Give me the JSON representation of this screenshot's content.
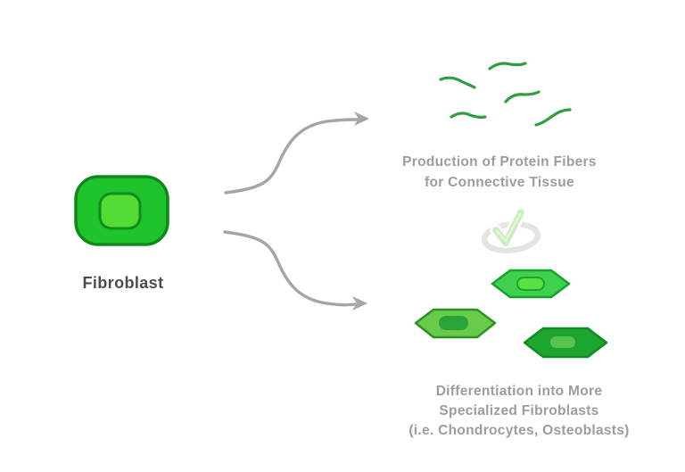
{
  "diagram": {
    "source": {
      "label": "Fibroblast"
    },
    "branches": [
      {
        "name": "protein-fibers",
        "label_lines": [
          "Production of Protein Fibers",
          "for Connective Tissue"
        ]
      },
      {
        "name": "specialized-fibroblasts",
        "label_lines": [
          "Differentiation into More",
          "Specialized Fibroblasts",
          "(i.e. Chondrocytes, Osteoblasts)"
        ]
      }
    ],
    "icons": [
      "fibroblast-cell-icon",
      "curved-arrow-up-icon",
      "curved-arrow-down-icon",
      "protein-fibers-icon",
      "checkmark-watermark-icon",
      "hexagon-cells-icon"
    ]
  },
  "colors": {
    "cell_body_green": "#1fc32b",
    "cell_border_green": "#0e8a1a",
    "nucleus_light_green": "#55db36",
    "fiber_green": "#2f9e3e",
    "hex_bright_green": "#3fd050",
    "hex_yellow_green": "#69cb4a",
    "hex_dark_green": "#1da52f",
    "arrow_gray": "#a5a5a5",
    "caption_gray": "#9d9d9d",
    "label_dark": "#4c4c4e",
    "watermark_check_green": "#c8ebb8",
    "watermark_ring_gray": "#e2e2e2",
    "background": "#ffffff"
  }
}
